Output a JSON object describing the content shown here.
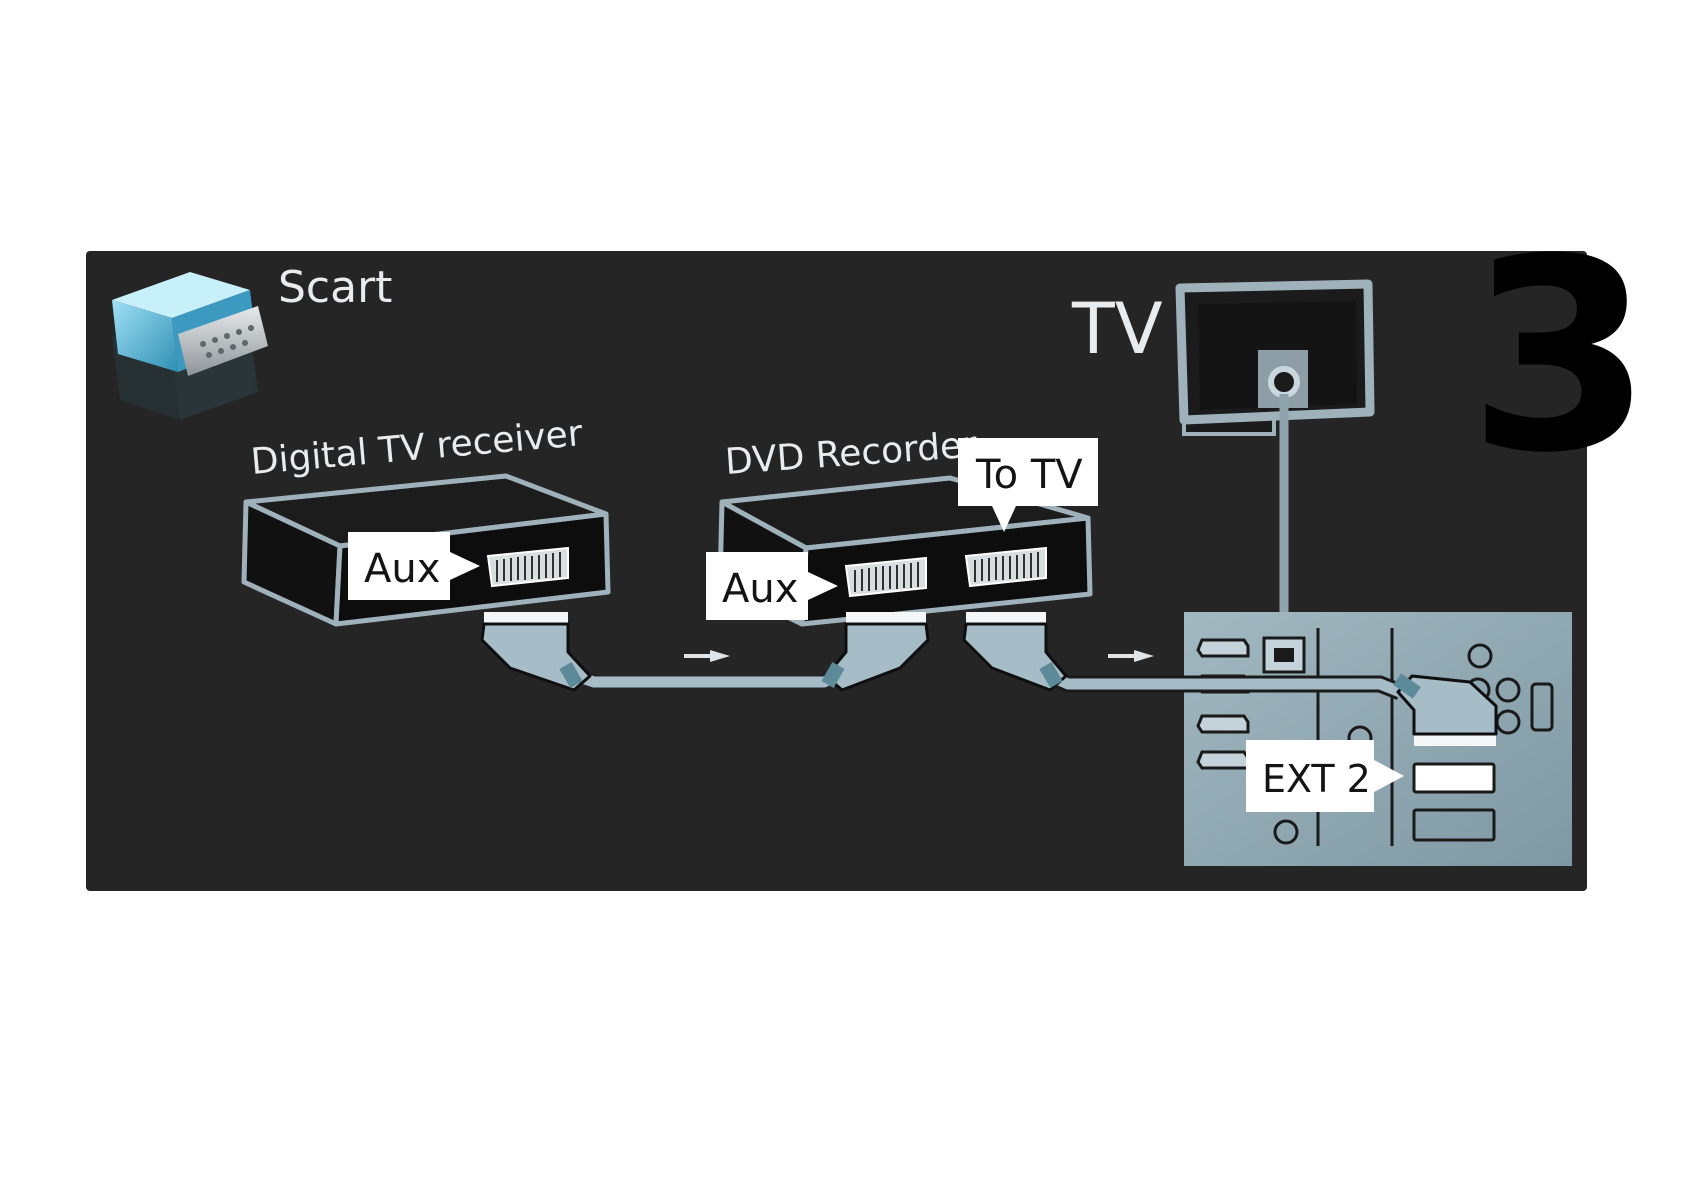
{
  "scart_label": "Scart",
  "tv_label": "TV",
  "step_number": "3",
  "digital_receiver_label": "Digital TV receiver",
  "dvd_recorder_label": "DVD Recorder",
  "receiver_aux_label": "Aux",
  "recorder_aux_label": "Aux",
  "to_tv_label": "To TV",
  "ext2_label": "EXT 2",
  "colors": {
    "panel": "#252525",
    "cable": "#a6bcc7",
    "tv_panel": "#8fa7b1",
    "callout": "#ffffff"
  }
}
